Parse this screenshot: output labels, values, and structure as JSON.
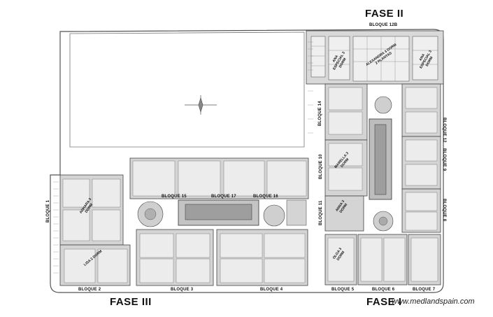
{
  "phases": {
    "fase1": "FASE I",
    "fase2": "FASE II",
    "fase3": "FASE III"
  },
  "blocks": {
    "b1": "BLOQUE 1",
    "b2": "BLOQUE 2",
    "b3": "BLOQUE 3",
    "b4": "BLOQUE 4",
    "b5": "BLOQUE 5",
    "b6": "BLOQUE 6",
    "b7": "BLOQUE 7",
    "b8": "BLOQUE 8",
    "b9": "BLOQUE 9",
    "b10": "BLOQUE 10",
    "b11": "BLOQUE 11",
    "b12": "BLOQUE 12",
    "b12b": "BLOQUE 12B",
    "b14": "BLOQUE 14",
    "b15": "BLOQUE 15",
    "b16": "BLOQUE 16",
    "b17": "BLOQUE 17"
  },
  "units": {
    "alexandra": "ALEXANDRA 3 DORM 2 PLANTAS",
    "ana1": "ANA ESPECIAL 3 DORM",
    "ana2": "ANA ESPECIAL 3 DORM",
    "lisa": "LISA 2 DORM",
    "marella": "MARELLA 3 DORM",
    "adhara": "ADHARA 3 DORM",
    "anna": "ANNA 3 DORM",
    "olga": "OLGA 3 DORM"
  },
  "watermark": "www.medlandspain.com"
}
